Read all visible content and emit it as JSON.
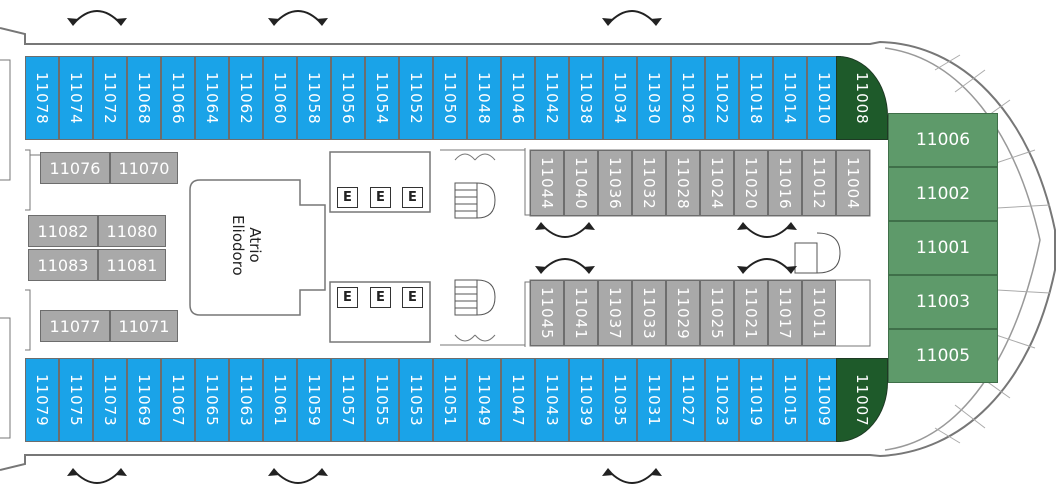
{
  "deck": {
    "top_cabins": [
      "11078",
      "11074",
      "11072",
      "11068",
      "11066",
      "11064",
      "11062",
      "11060",
      "11058",
      "11056",
      "11054",
      "11052",
      "11050",
      "11048",
      "11046",
      "11042",
      "11038",
      "11034",
      "11030",
      "11026",
      "11022",
      "11018",
      "11014",
      "11010"
    ],
    "top_corner": "11008",
    "bottom_cabins": [
      "11079",
      "11075",
      "11073",
      "11069",
      "11067",
      "11065",
      "11063",
      "11061",
      "11059",
      "11057",
      "11055",
      "11053",
      "11051",
      "11049",
      "11047",
      "11043",
      "11039",
      "11035",
      "11031",
      "11027",
      "11023",
      "11019",
      "11015",
      "11009"
    ],
    "bottom_corner": "11007",
    "inner_top": [
      "11044",
      "11040",
      "11036",
      "11032",
      "11028",
      "11024",
      "11020",
      "11016",
      "11012",
      "11004"
    ],
    "inner_bottom": [
      "11045",
      "11041",
      "11037",
      "11033",
      "11029",
      "11025",
      "11021",
      "11017",
      "11011"
    ],
    "forward_suites": [
      "11006",
      "11002",
      "11001",
      "11003",
      "11005"
    ],
    "aft_left": {
      "r1": "11076",
      "r2": "11070",
      "r3": "11082",
      "r4": "11080",
      "r5": "11083",
      "r6": "11081",
      "r7": "11077",
      "r8": "11071"
    },
    "atrium_label": {
      "line1": "Atrio",
      "line2": "Eliodoro"
    },
    "elevator_glyph": "E",
    "colors": {
      "balcony": "#1aa3e8",
      "inside": "#a9a9a9",
      "suite_dark": "#1e5a2a",
      "suite": "#5e9a6a"
    }
  }
}
